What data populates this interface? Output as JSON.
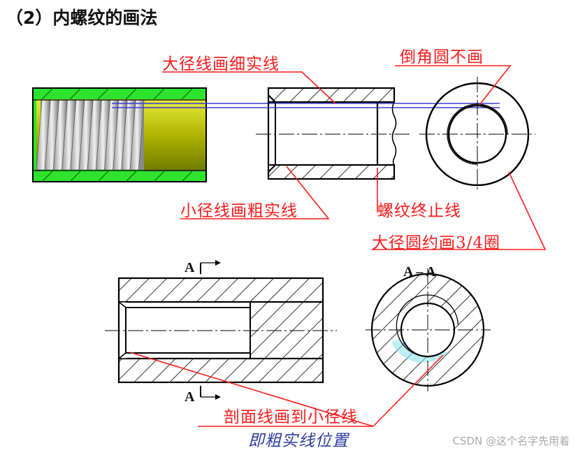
{
  "heading": "（2）内螺纹的画法",
  "labels": {
    "major_thin": "大径线画细实线",
    "no_chamfer_circle": "倒角圆不画",
    "minor_thick": "小径线画粗实线",
    "thread_end": "螺纹终止线",
    "major_three_quarter": "大径圆约画3/4圈",
    "hatch_to_minor": "剖面线画到小径线",
    "thick_position": "即粗实线位置"
  },
  "section": {
    "mark_top": "A",
    "mark_bottom": "A",
    "view_title": "A – A"
  },
  "watermark": "CSDN @这个名字先用着",
  "colors": {
    "annotation": "#ff1a1a",
    "outline": "#000000",
    "thin_line": "#3b3bd6",
    "green": "#22dd22",
    "olive": "#b8c200",
    "cyan_hint": "#8fe3ee"
  }
}
